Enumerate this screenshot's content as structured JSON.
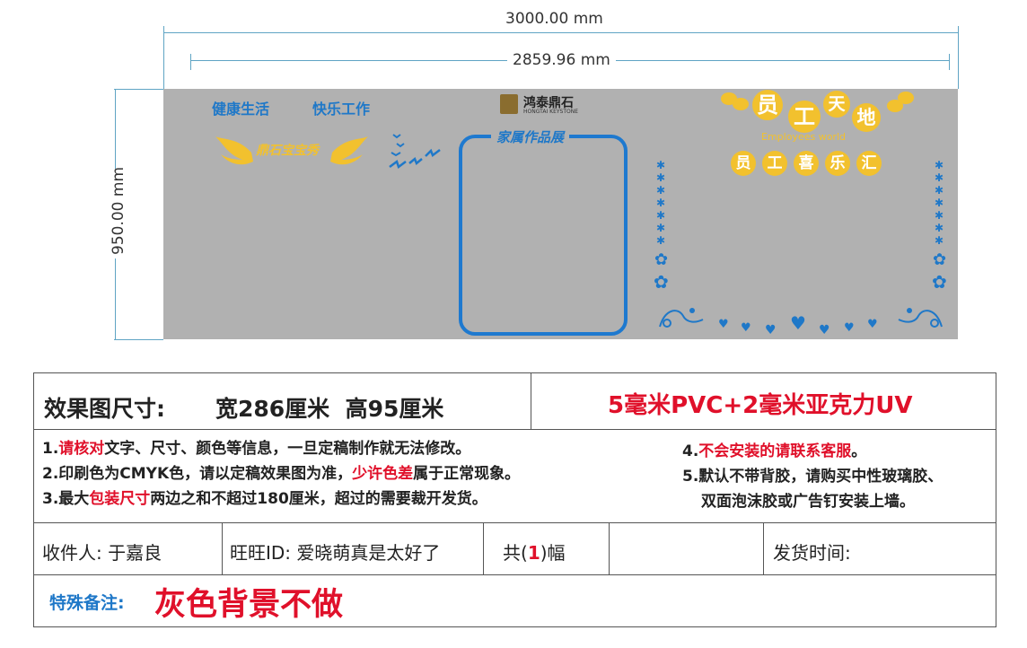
{
  "dimensions": {
    "outer_width": "3000.00 mm",
    "inner_width": "2859.96 mm",
    "height": "950.00 mm"
  },
  "board": {
    "slogan_left": "健康生活",
    "slogan_right": "快乐工作",
    "logo_text": "鸿泰鼎石",
    "logo_sub": "HONGTAI KEYSTONE",
    "wing_text": "鼎石宝宝秀",
    "gallery_title": "家属作品展",
    "staff_title_chars": [
      "员",
      "工",
      "天",
      "地"
    ],
    "staff_english": "Employees world",
    "staff_sub_chars": [
      "员",
      "工",
      "喜",
      "乐",
      "汇"
    ],
    "colors": {
      "background": "#b1b1b1",
      "accent_blue": "#1f78c8",
      "accent_yellow": "#f2c12e"
    }
  },
  "spec": {
    "size_label": "效果图尺寸:",
    "size_value": "宽286厘米  高95厘米",
    "material": "5毫米PVC+2毫米亚克力UV",
    "notes_left": [
      {
        "prefix": "1.",
        "red": "请核对",
        "rest": "文字、尺寸、颜色等信息，一旦定稿制作就无法修改。"
      },
      {
        "prefix": "2.印刷色为CMYK色，请以定稿效果图为准，",
        "red": "少许色差",
        "rest": "属于正常现象。"
      },
      {
        "prefix": "3.最大",
        "red": "包装尺寸",
        "rest": "两边之和不超过180厘米，超过的需要裁开发货。"
      }
    ],
    "notes_right": [
      {
        "prefix": "4.",
        "red": "不会安装的请联系客服",
        "rest": "。"
      },
      {
        "prefix": "5.默认不带背胶，请购买中性玻璃胶、",
        "red": "",
        "rest": ""
      },
      {
        "prefix": "双面泡沫胶或广告钉安装上墙。",
        "red": "",
        "rest": ""
      }
    ],
    "recipient": "收件人: 于嘉良",
    "wangwang": "旺旺ID: 爱晓萌真是太好了",
    "count_prefix": "共(",
    "count_value": "1",
    "count_suffix": ")幅",
    "ship_time": "发货时间:",
    "special_label": "特殊备注:",
    "special_value": "灰色背景不做"
  }
}
